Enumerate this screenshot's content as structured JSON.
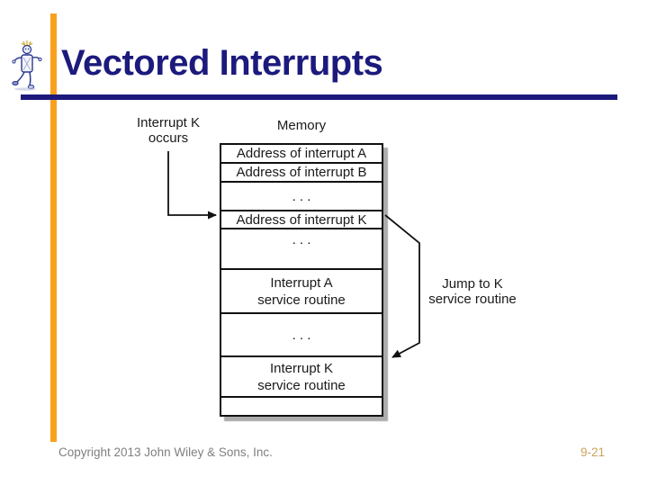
{
  "slide": {
    "title": "Vectored Interrupts",
    "footer": {
      "copyright": "Copyright 2013 John Wiley & Sons, Inc.",
      "page_number": "9-21"
    },
    "colors": {
      "title_navy": "#1C1A7D",
      "accent_orange": "#F9A11E",
      "footer_gray": "#7F7F7F",
      "page_number_tan": "#C9A45C"
    },
    "icons": {
      "mascot": "walking-robot-icon"
    }
  },
  "diagram": {
    "interrupt_label": "Interrupt K\noccurs",
    "memory_label": "Memory",
    "jump_label": "Jump to K\nservice routine",
    "memory_table": {
      "rows": [
        {
          "text": "Address of interrupt A"
        },
        {
          "text": "Address of interrupt B"
        },
        {
          "text": ". . ."
        },
        {
          "text": "Address of interrupt K"
        },
        {
          "text": ". . ."
        },
        {
          "text": "Interrupt A\nservice routine"
        },
        {
          "text": ". . ."
        },
        {
          "text": "Interrupt K\nservice routine"
        },
        {
          "text": ""
        }
      ]
    }
  }
}
